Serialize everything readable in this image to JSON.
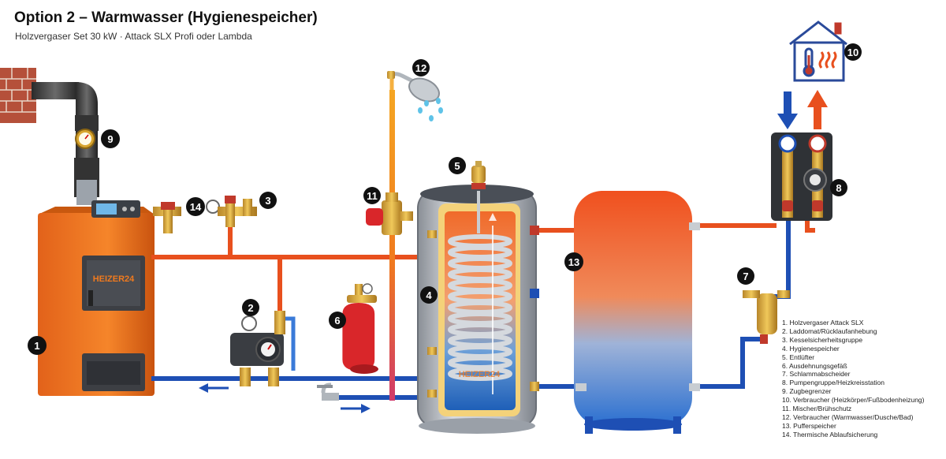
{
  "title": "Option 2 – Warmwasser (Hygienespeicher)",
  "subtitle": "Holzvergaser Set 30 kW · Attack SLX Profi oder Lambda",
  "brand": "HEIZER24",
  "colors": {
    "hot_pipe": "#e8501e",
    "cold_pipe": "#1e4fb4",
    "boiler": "#f07a1e",
    "badge": "#111111",
    "tank_hot": "#f0501e",
    "tank_cold": "#2a6fd0"
  },
  "icons": [
    "brick-wall-icon",
    "chimney-icon",
    "house-icon",
    "thermometer-icon",
    "shower-icon",
    "faucet-icon",
    "pump-icon",
    "gauge-icon",
    "valve-icon"
  ],
  "badges": [
    "1",
    "2",
    "3",
    "4",
    "5",
    "6",
    "7",
    "8",
    "9",
    "10",
    "11",
    "12",
    "13",
    "14"
  ],
  "legend": [
    "1. Holzvergaser Attack SLX",
    "2. Laddomat/Rücklaufanhebung",
    "3. Kesselsicherheitsgruppe",
    "4. Hygienespeicher",
    "5. Entlüfter",
    "6. Ausdehnungsgefäß",
    "7. Schlammabscheider",
    "8. Pumpengruppe/Heizkreisstation",
    "9. Zugbegrenzer",
    "10. Verbraucher (Heizkörper/Fußbodenheizung)",
    "11. Mischer/Brühschutz",
    "12. Verbraucher (Warmwasser/Dusche/Bad)",
    "13. Pufferspeicher",
    "14. Thermische Ablaufsicherung"
  ]
}
